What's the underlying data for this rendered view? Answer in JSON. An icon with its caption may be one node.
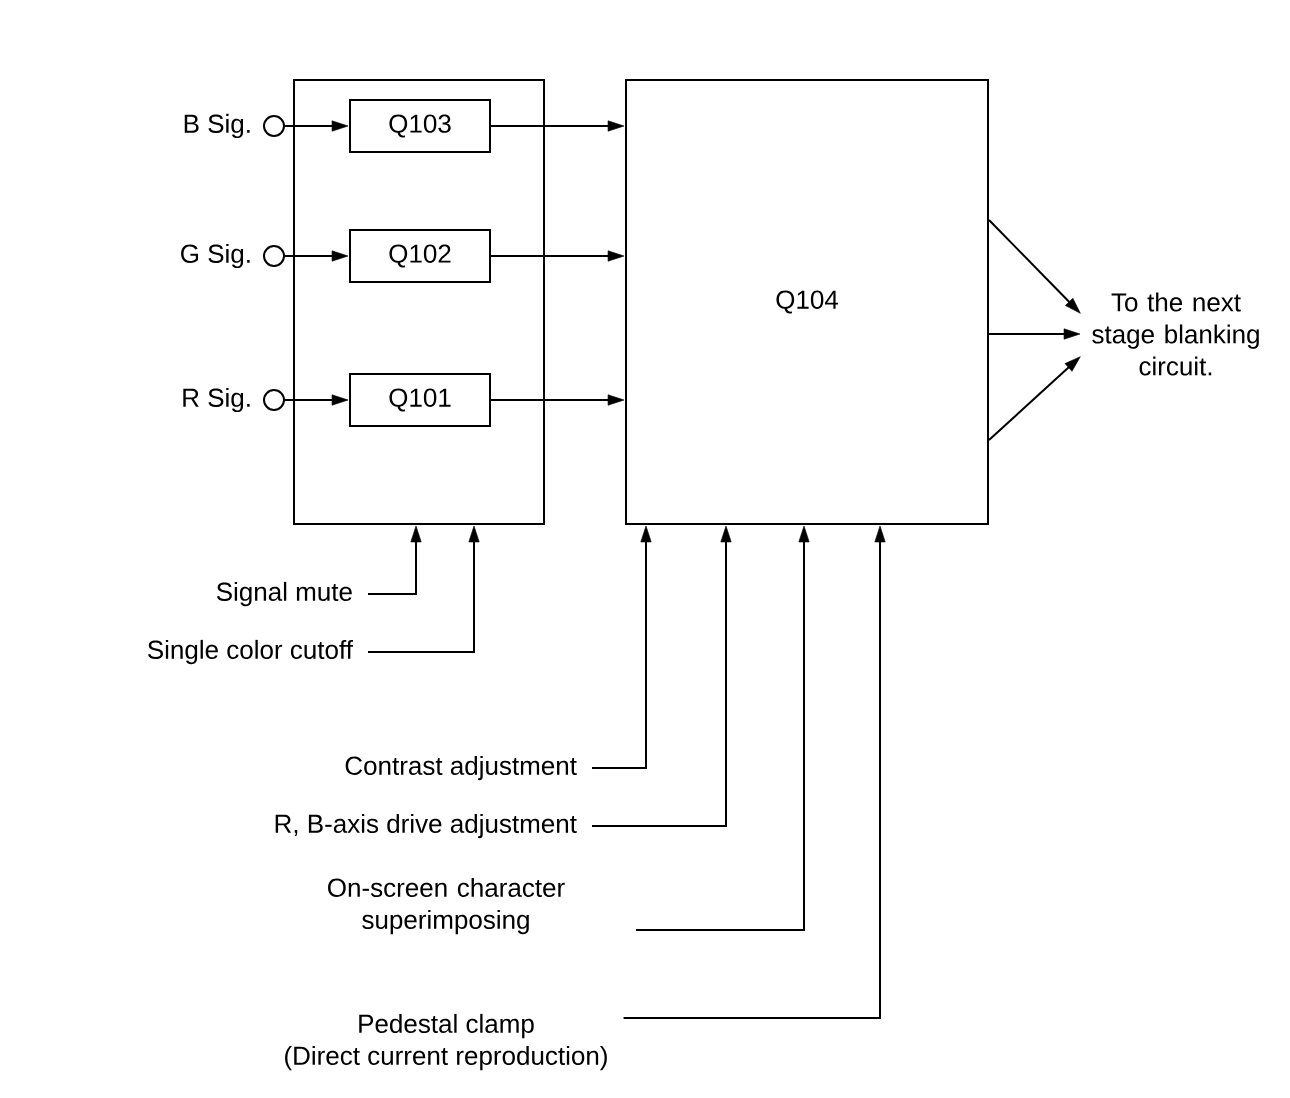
{
  "diagram": {
    "nodes": [
      {
        "text": [],
        "shape": "box"
      },
      {
        "text": [
          "Q103"
        ],
        "in": 0
      },
      {
        "text": [
          "Q102"
        ],
        "in": 0
      },
      {
        "text": [
          "Q101"
        ],
        "in": 0
      },
      {
        "text": [
          "Q104"
        ]
      },
      {
        "text": [],
        "shape": "circle",
        "beside": [
          "B Sig."
        ]
      },
      {
        "text": [],
        "shape": "circle",
        "beside": [
          "G Sig."
        ]
      },
      {
        "text": [],
        "shape": "circle",
        "beside": [
          "R Sig."
        ]
      },
      {
        "text": [
          "To the next stage blanking circuit."
        ]
      },
      {
        "text": [
          "Signal mute"
        ]
      },
      {
        "text": [
          "Single color cutoff"
        ]
      },
      {
        "text": [
          "Contrast adjustment"
        ]
      },
      {
        "text": [
          "R, B-axis drive adjustment"
        ]
      },
      {
        "text": [
          "On-screen character superimposing"
        ]
      },
      {
        "text": [
          "Pedestal clamp",
          "(Direct current reproduction)"
        ]
      }
    ],
    "edges": [
      {
        "from": 5,
        "to": 1,
        "arrow": "to"
      },
      {
        "from": 6,
        "to": 2,
        "arrow": "to"
      },
      {
        "from": 7,
        "to": 3,
        "arrow": "to"
      },
      {
        "from": 1,
        "to": 4,
        "arrow": "to"
      },
      {
        "from": 2,
        "to": 4,
        "arrow": "to"
      },
      {
        "from": 3,
        "to": 4,
        "arrow": "to"
      },
      {
        "from": 4,
        "to": 8,
        "arrow": "to"
      },
      {
        "from": 4,
        "to": 8,
        "arrow": "to"
      },
      {
        "from": 4,
        "to": 8,
        "arrow": "to"
      },
      {
        "from": 9,
        "to": 0,
        "arrow": "to"
      },
      {
        "from": 10,
        "to": 0,
        "arrow": "to"
      },
      {
        "from": 11,
        "to": 4,
        "arrow": "to"
      },
      {
        "from": 12,
        "to": 4,
        "arrow": "to"
      },
      {
        "from": 13,
        "to": 4,
        "arrow": "to"
      },
      {
        "from": 14,
        "to": 4,
        "arrow": "to"
      }
    ]
  }
}
